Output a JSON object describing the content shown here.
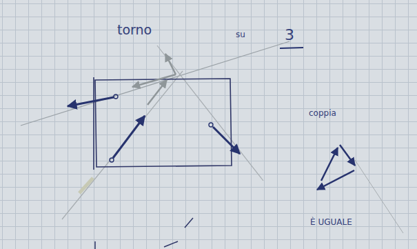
{
  "diagram": {
    "labels": [
      "torno",
      "su",
      "3",
      "coppia",
      "È UGUALE"
    ]
  }
}
